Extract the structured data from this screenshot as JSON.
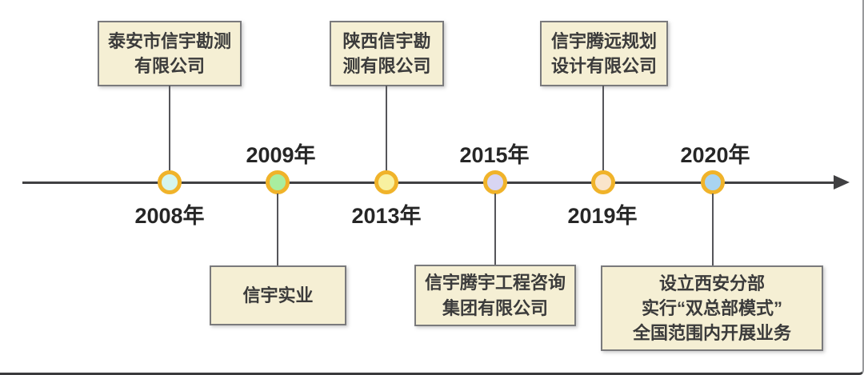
{
  "diagram": {
    "type": "timeline",
    "orientation": "horizontal",
    "frame": {
      "background_color": "#ffffff",
      "right_border_color": "#98999b",
      "bottom_border_color": "#3a3a3c"
    },
    "line_color": "#404042",
    "arrow_direction": "right",
    "dot_ring_color": "#f0b32a",
    "box_fill_color": "#f5efd4",
    "box_border_color": "#7a7a7c",
    "events": [
      {
        "year": "2008年",
        "year_position": "below-line",
        "dot_color": "#d5f5ee",
        "box_position": "above-line",
        "box_lines": [
          "泰安市信宇勘测",
          "有限公司"
        ]
      },
      {
        "year": "2009年",
        "year_position": "above-line",
        "dot_color": "#a9ee9f",
        "box_position": "below-line",
        "box_lines": [
          "信宇实业"
        ]
      },
      {
        "year": "2013年",
        "year_position": "below-line",
        "dot_color": "#f8f1a0",
        "box_position": "above-line",
        "box_lines": [
          "陕西信宇勘",
          "测有限公司"
        ]
      },
      {
        "year": "2015年",
        "year_position": "above-line",
        "dot_color": "#d8d5f2",
        "box_position": "below-line",
        "box_lines": [
          "信宇腾宇工程咨询",
          "集团有限公司"
        ]
      },
      {
        "year": "2019年",
        "year_position": "below-line",
        "dot_color": "#fae5cb",
        "box_position": "above-line",
        "box_lines": [
          "信宇腾远规划",
          "设计有限公司"
        ]
      },
      {
        "year": "2020年",
        "year_position": "above-line",
        "dot_color": "#a9d4f1",
        "box_position": "below-line",
        "box_lines": [
          "设立西安分部",
          "实行“双总部模式”",
          "全国范围内开展业务"
        ]
      }
    ]
  }
}
